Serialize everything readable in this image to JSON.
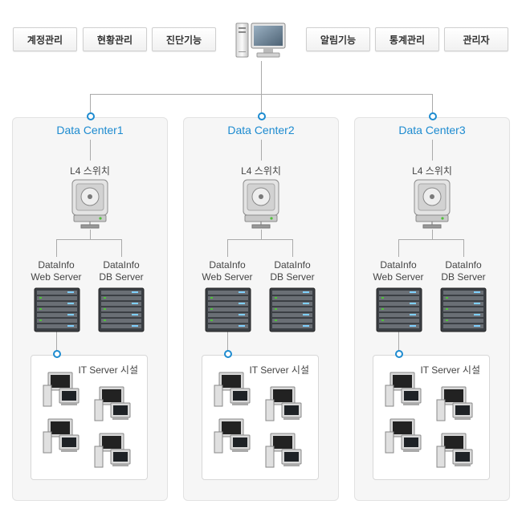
{
  "menu": {
    "account_mgmt": "계정관리",
    "status_mgmt": "현황관리",
    "diagnosis": "진단기능",
    "alert": "알림기능",
    "stats_mgmt": "통계관리",
    "admin": "관리자"
  },
  "centers": [
    {
      "title": "Data Center1",
      "switch_label": "L4 스위치",
      "web_server_label_1": "DataInfo",
      "web_server_label_2": "Web Server",
      "db_server_label_1": "DataInfo",
      "db_server_label_2": "DB Server",
      "it_label": "IT Server 시설"
    },
    {
      "title": "Data Center2",
      "switch_label": "L4 스위치",
      "web_server_label_1": "DataInfo",
      "web_server_label_2": "Web Server",
      "db_server_label_1": "DataInfo",
      "db_server_label_2": "DB Server",
      "it_label": "IT Server 시설"
    },
    {
      "title": "Data Center3",
      "switch_label": "L4 스위치",
      "web_server_label_1": "DataInfo",
      "web_server_label_2": "Web Server",
      "db_server_label_1": "DataInfo",
      "db_server_label_2": "DB Server",
      "it_label": "IT Server 시설"
    }
  ],
  "colors": {
    "accent": "#1d8bd0",
    "line": "#aaaaaa",
    "panel_bg": "#f6f6f6"
  },
  "icons": {
    "main": "main-computer-icon",
    "switch": "l4-switch-icon",
    "server": "server-rack-icon",
    "pc": "desktop-computer-icon"
  }
}
